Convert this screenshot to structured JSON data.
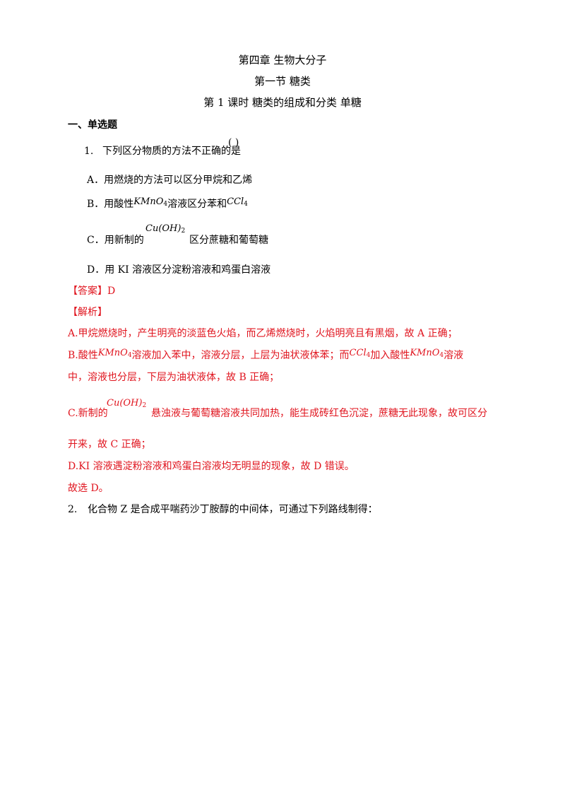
{
  "chapter_title": "第四章  生物大分子",
  "section_title": "第一节    糖类",
  "lesson_title": "第 1 课时    糖类的组成和分类  单糖",
  "section_heading": "一、单选题",
  "q1": {
    "number": "1.",
    "stem": "下列区分物质的方法不正确的是",
    "paren": "(    )",
    "optA": "A．用燃烧的方法可以区分甲烷和乙烯",
    "optB_pre": "B．用酸性",
    "optB_mid": "溶液区分苯和",
    "optC_pre": "C．用新制的",
    "optC_post": "区分蔗糖和葡萄糖",
    "optD": "D．用 KI 溶液区分淀粉溶液和鸡蛋白溶液",
    "answer": "【答案】D",
    "analysis_label": "【解析】",
    "lineA": "A.甲烷燃烧时，产生明亮的淡蓝色火焰，而乙烯燃烧时，火焰明亮且有黑烟，故 A 正确；",
    "lineB1_a": "B.酸性",
    "lineB1_b": "溶液加入苯中，溶液分层，上层为油状液体苯；而",
    "lineB1_c": "加入酸性",
    "lineB1_d": "溶液",
    "lineB2": "中，溶液也分层，下层为油状液体，故 B 正确；",
    "lineC1_a": "C.新制的",
    "lineC1_b": "悬浊液与葡萄糖溶液共同加热，能生成砖红色沉淀，蔗糖无此现象，故可区分",
    "lineC2": "开来，故 C 正确；",
    "lineD": "D.KI 溶液遇淀粉溶液和鸡蛋白溶液均无明显的现象，故 D 错误。",
    "conclusion": "故选 D。"
  },
  "q2": {
    "number": "2.",
    "stem": "化合物 Z 是合成平喘药沙丁胺醇的中间体，可通过下列路线制得："
  },
  "formulas": {
    "kmno4_base": "KMnO",
    "kmno4_sub": "4",
    "ccl4_base": "CCl",
    "ccl4_sub": "4",
    "cuoh2_base": "Cu(OH)",
    "cuoh2_sub": "2"
  },
  "colors": {
    "analysis_red": "#e0141e",
    "text": "#000000"
  }
}
